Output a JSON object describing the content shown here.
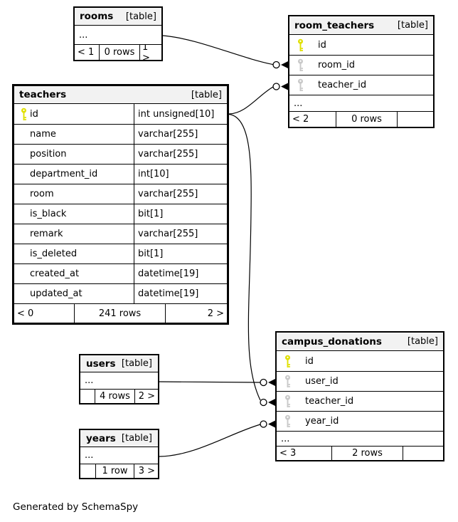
{
  "footer_note": "Generated by SchemaSpy",
  "colors": {
    "primary_key": "#e0e000",
    "foreign_key": "#c9c9c9",
    "header_bg": "#f2f2f2",
    "border": "#000000",
    "background": "#ffffff"
  },
  "icons": {
    "primary_key": "primary-key-icon",
    "foreign_key": "foreign-key-icon",
    "zero_or_many_marker": "crowfoot-circle-marker"
  },
  "diagram": {
    "ellipsis_label": "...",
    "tables": [
      {
        "id": "rooms",
        "name": "rooms",
        "tag": "[table]",
        "columns": [
          {
            "ellipsis": true
          }
        ],
        "footer": {
          "left": "< 1",
          "center": "0 rows",
          "right": "1 >"
        }
      },
      {
        "id": "room_teachers",
        "name": "room_teachers",
        "tag": "[table]",
        "columns": [
          {
            "key": "primary",
            "name": "id"
          },
          {
            "key": "foreign",
            "name": "room_id"
          },
          {
            "key": "foreign",
            "name": "teacher_id"
          },
          {
            "ellipsis": true
          }
        ],
        "footer": {
          "left": "< 2",
          "center": "0 rows",
          "right": ""
        }
      },
      {
        "id": "teachers",
        "name": "teachers",
        "tag": "[table]",
        "columns": [
          {
            "key": "primary",
            "name": "id",
            "type": "int unsigned[10]"
          },
          {
            "name": "name",
            "type": "varchar[255]"
          },
          {
            "name": "position",
            "type": "varchar[255]"
          },
          {
            "name": "department_id",
            "type": "int[10]"
          },
          {
            "name": "room",
            "type": "varchar[255]"
          },
          {
            "name": "is_black",
            "type": "bit[1]"
          },
          {
            "name": "remark",
            "type": "varchar[255]"
          },
          {
            "name": "is_deleted",
            "type": "bit[1]"
          },
          {
            "name": "created_at",
            "type": "datetime[19]"
          },
          {
            "name": "updated_at",
            "type": "datetime[19]"
          }
        ],
        "footer": {
          "left": "< 0",
          "center": "241 rows",
          "right": "2 >"
        }
      },
      {
        "id": "users",
        "name": "users",
        "tag": "[table]",
        "columns": [
          {
            "ellipsis": true
          }
        ],
        "footer": {
          "left": "",
          "center": "4 rows",
          "right": "2 >"
        }
      },
      {
        "id": "years",
        "name": "years",
        "tag": "[table]",
        "columns": [
          {
            "ellipsis": true
          }
        ],
        "footer": {
          "left": "",
          "center": "1 row",
          "right": "3 >"
        }
      },
      {
        "id": "campus_donations",
        "name": "campus_donations",
        "tag": "[table]",
        "columns": [
          {
            "key": "primary",
            "name": "id"
          },
          {
            "key": "foreign",
            "name": "user_id"
          },
          {
            "key": "foreign",
            "name": "teacher_id"
          },
          {
            "key": "foreign",
            "name": "year_id"
          },
          {
            "ellipsis": true
          }
        ],
        "footer": {
          "left": "< 3",
          "center": "2 rows",
          "right": ""
        }
      }
    ],
    "relationships": [
      {
        "from": "rooms",
        "to": "room_teachers.room_id"
      },
      {
        "from": "teachers.id",
        "to": "room_teachers.teacher_id"
      },
      {
        "from": "teachers.id",
        "to": "campus_donations.teacher_id"
      },
      {
        "from": "users",
        "to": "campus_donations.user_id"
      },
      {
        "from": "years",
        "to": "campus_donations.year_id"
      }
    ]
  }
}
